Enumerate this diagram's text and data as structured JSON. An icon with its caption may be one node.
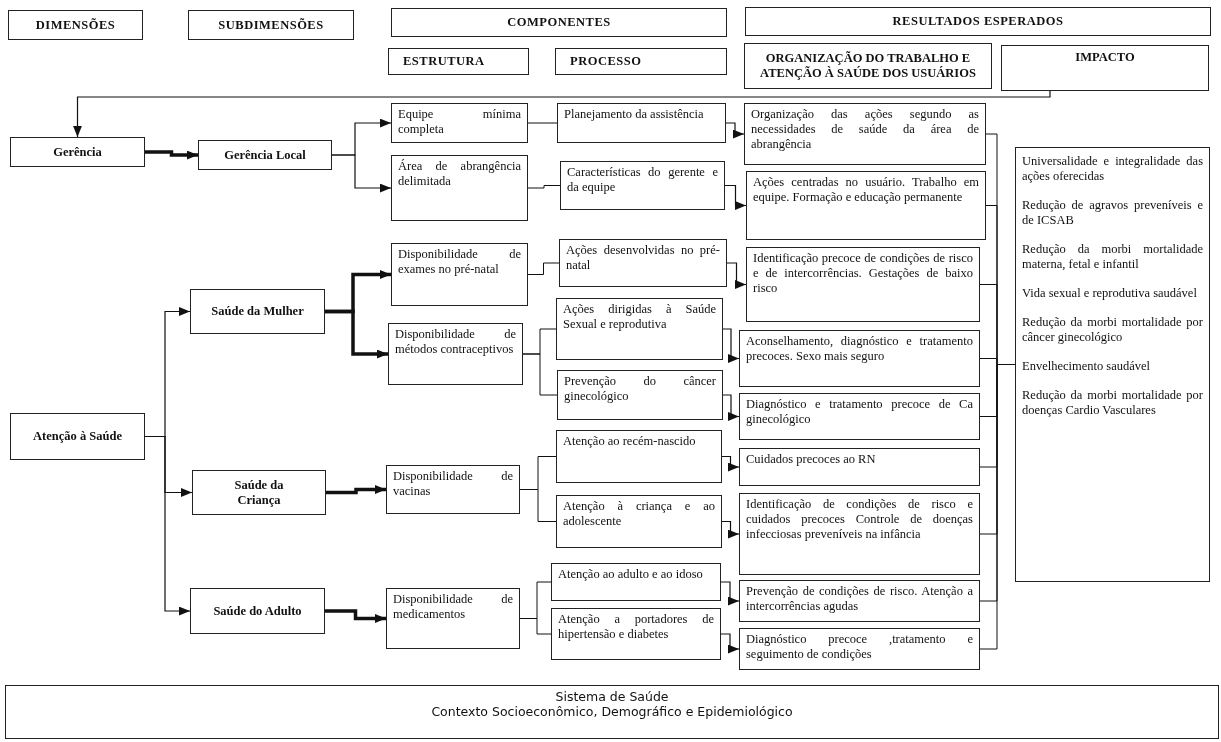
{
  "diagram": {
    "nodes": [
      {
        "text": [
          "DIMENSÕES"
        ]
      },
      {
        "text": [
          "SUBDIMENSÕES"
        ]
      },
      {
        "text": [
          "COMPONENTES"
        ]
      },
      {
        "text": [
          "RESULTADOS ESPERADOS"
        ]
      },
      {
        "text": [
          "ESTRUTURA"
        ]
      },
      {
        "text": [
          "PROCESSO"
        ]
      },
      {
        "text": [
          "ORGANIZAÇÃO DO TRABALHO E ATENÇÃO À SAÚDE DOS USUÁRIOS"
        ]
      },
      {
        "text": [
          "IMPACTO"
        ]
      },
      {
        "text": [
          "Gerência"
        ]
      },
      {
        "text": [
          "Gerência Local"
        ]
      },
      {
        "text": [
          "Equipe mínima completa"
        ]
      },
      {
        "text": [
          "Área de abrangência delimitada"
        ]
      },
      {
        "text": [
          "Planejamento da assistência"
        ]
      },
      {
        "text": [
          "Características do gerente e da equipe"
        ]
      },
      {
        "text": [
          "Organização das ações segundo as necessidades de saúde da área de abrangência"
        ]
      },
      {
        "text": [
          "Ações centradas no usuário. Trabalho em equipe. Formação e educação permanente"
        ]
      },
      {
        "text": [
          "Disponibilidade de exames no pré-natal"
        ]
      },
      {
        "text": [
          "Disponibilidade de métodos contraceptivos"
        ]
      },
      {
        "text": [
          "Ações desenvolvidas no pré-natal"
        ]
      },
      {
        "text": [
          "Ações dirigidas à Saúde Sexual e reprodutiva"
        ]
      },
      {
        "text": [
          "Prevenção do câncer ginecológico"
        ]
      },
      {
        "text": [
          "Identificação precoce de condições de risco e de intercorrências. Gestações de baixo risco"
        ]
      },
      {
        "text": [
          "Aconselhamento, diagnóstico e tratamento precoces. Sexo mais seguro"
        ]
      },
      {
        "text": [
          "Diagnóstico e tratamento precoce de Ca ginecológico"
        ]
      },
      {
        "text": [
          "Saúde da Mulher"
        ]
      },
      {
        "text": [
          "Saúde da Criança"
        ]
      },
      {
        "text": [
          "Saúde do Adulto"
        ]
      },
      {
        "text": [
          "Atenção à Saúde"
        ]
      },
      {
        "text": [
          "Disponibilidade de vacinas"
        ]
      },
      {
        "text": [
          "Atenção ao recém-nascido"
        ]
      },
      {
        "text": [
          "Atenção à criança e ao adolescente"
        ]
      },
      {
        "text": [
          "Cuidados precoces ao RN"
        ]
      },
      {
        "text": [
          "Identificação de condições de risco e cuidados precoces Controle de doenças infecciosas preveníveis na infância"
        ]
      },
      {
        "text": [
          "Disponibilidade de medicamentos"
        ]
      },
      {
        "text": [
          "Atenção ao adulto e ao idoso"
        ]
      },
      {
        "text": [
          "Atenção a portadores de hipertensão e diabetes"
        ]
      },
      {
        "text": [
          "Prevenção de condições de risco. Atenção a intercorrências agudas"
        ]
      },
      {
        "text": [
          "Diagnóstico precoce ,tratamento e seguimento de condições"
        ]
      },
      {
        "text": [
          "Universalidade e integralidade das ações oferecidas",
          "Redução de agravos preveníveis e de ICSAB",
          "Redução da morbi mortalidade materna, fetal e infantil",
          "Vida sexual e reprodutiva saudável",
          "Redução da morbi mortalidade por câncer ginecológico",
          "Envelhecimento saudável",
          "Redução da morbi mortalidade por doenças Cardio Vasculares"
        ]
      },
      {
        "text": [
          "Sistema de Saúde",
          "Contexto Socioeconômico, Demográfico e Epidemiológico"
        ]
      }
    ],
    "edges": [
      {
        "from": 7,
        "to": 8,
        "arrow": "to"
      },
      {
        "from": 8,
        "to": 9,
        "arrow": "to",
        "style": "thick"
      },
      {
        "from": 9,
        "to": 10,
        "arrow": "to"
      },
      {
        "from": 9,
        "to": 11,
        "arrow": "to"
      },
      {
        "from": 10,
        "to": 12,
        "arrow": "none"
      },
      {
        "from": 11,
        "to": 13,
        "arrow": "none"
      },
      {
        "from": 12,
        "to": 14,
        "arrow": "to"
      },
      {
        "from": 13,
        "to": 15,
        "arrow": "to"
      },
      {
        "from": 27,
        "to": 24,
        "arrow": "to"
      },
      {
        "from": 27,
        "to": 25,
        "arrow": "to"
      },
      {
        "from": 27,
        "to": 26,
        "arrow": "to"
      },
      {
        "from": 24,
        "to": 16,
        "arrow": "to",
        "style": "thick"
      },
      {
        "from": 24,
        "to": 17,
        "arrow": "to",
        "style": "thick"
      },
      {
        "from": 25,
        "to": 28,
        "arrow": "to",
        "style": "thick"
      },
      {
        "from": 26,
        "to": 33,
        "arrow": "to",
        "style": "thick"
      },
      {
        "from": 16,
        "to": 18,
        "arrow": "none"
      },
      {
        "from": 17,
        "to": 19,
        "arrow": "none"
      },
      {
        "from": 17,
        "to": 20,
        "arrow": "none"
      },
      {
        "from": 28,
        "to": 29,
        "arrow": "none"
      },
      {
        "from": 28,
        "to": 30,
        "arrow": "none"
      },
      {
        "from": 33,
        "to": 34,
        "arrow": "none"
      },
      {
        "from": 33,
        "to": 35,
        "arrow": "none"
      },
      {
        "from": 18,
        "to": 21,
        "arrow": "to"
      },
      {
        "from": 19,
        "to": 22,
        "arrow": "to"
      },
      {
        "from": 20,
        "to": 23,
        "arrow": "to"
      },
      {
        "from": 29,
        "to": 31,
        "arrow": "to"
      },
      {
        "from": 30,
        "to": 32,
        "arrow": "to"
      },
      {
        "from": 34,
        "to": 36,
        "arrow": "to"
      },
      {
        "from": 35,
        "to": 37,
        "arrow": "to"
      },
      {
        "from": 14,
        "to": 38,
        "arrow": "none"
      },
      {
        "from": 15,
        "to": 38,
        "arrow": "none"
      },
      {
        "from": 21,
        "to": 38,
        "arrow": "none"
      },
      {
        "from": 22,
        "to": 38,
        "arrow": "none"
      },
      {
        "from": 23,
        "to": 38,
        "arrow": "none"
      },
      {
        "from": 31,
        "to": 38,
        "arrow": "none"
      },
      {
        "from": 32,
        "to": 38,
        "arrow": "none"
      },
      {
        "from": 36,
        "to": 38,
        "arrow": "none"
      },
      {
        "from": 37,
        "to": 38,
        "arrow": "none"
      }
    ]
  }
}
